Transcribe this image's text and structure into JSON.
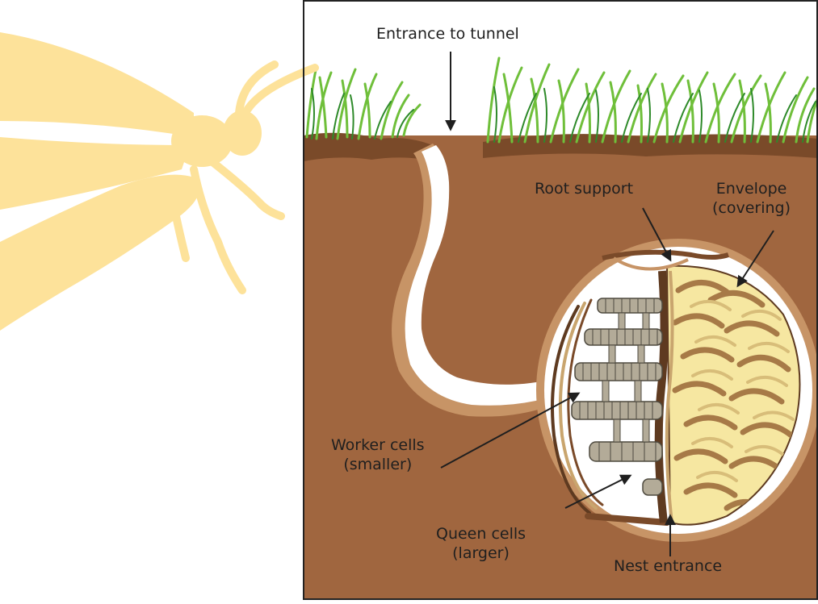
{
  "labels": {
    "entrance_tunnel": "Entrance to tunnel",
    "root_support": "Root support",
    "envelope_line1": "Envelope",
    "envelope_line2": "(covering)",
    "worker_line1": "Worker cells",
    "worker_line2": "(smaller)",
    "queen_line1": "Queen cells",
    "queen_line2": "(larger)",
    "nest_entrance": "Nest entrance"
  },
  "colors": {
    "soil": "#a0663f",
    "soil_dark": "#5e3a20",
    "tunnel_lining": "#c79466",
    "grass_light": "#6fbf3a",
    "grass_dark": "#2e8a2a",
    "wasp_silhouette": "#fde29a",
    "cells": "#b3ab98",
    "envelope_cream": "#f6e7a1",
    "envelope_brown": "#a77a47",
    "frame": "#222222"
  },
  "icons": {
    "wasp": "wasp-silhouette-icon"
  }
}
